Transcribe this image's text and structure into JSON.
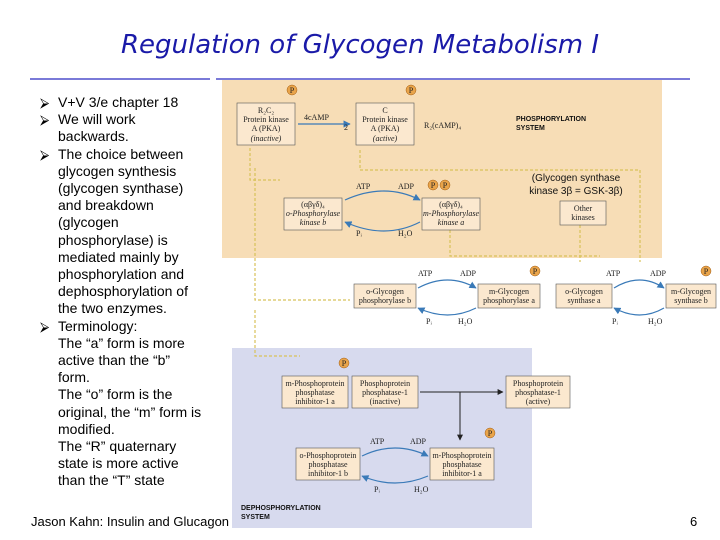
{
  "slide": {
    "title": "Regulation of Glycogen Metabolism I",
    "footer_left": "Jason Kahn: Insulin and Glucagon",
    "page_number": "6"
  },
  "bullets": [
    {
      "head": "V+V 3/e chapter 18",
      "cont": ""
    },
    {
      "head": "We will work",
      "cont": "backwards."
    },
    {
      "head": "The choice between",
      "cont": "glycogen synthesis\n(glycogen synthase)\nand breakdown\n(glycogen\nphosphorylase) is\nmediated mainly by\nphosphorylation and\ndephosphorylation of\nthe two enzymes."
    },
    {
      "head": "Terminology:",
      "cont": "The “a” form is more\nactive than the “b”\nform.\nThe “o” form is the\noriginal, the “m” form is\nmodified.\nThe “R” quaternary\nstate is more active\nthan the “T” state"
    }
  ],
  "diagram": {
    "colors": {
      "phos_bg": "#f7ddb6",
      "dephos_bg": "#d7daee",
      "box_fill": "#fbe8cf",
      "arrow": "#3a7ab8",
      "dash": "#d8c25a",
      "p_fill": "#e9a44a"
    },
    "phosphorylation_system": "PHOSPHORYLATION\nSYSTEM",
    "dephosphorylation_system": "DEPHOSPHORYLATION\nSYSTEM",
    "pka_inactive": {
      "l1": "R₂C₂",
      "l2": "Protein kinase",
      "l3": "A (PKA)",
      "l4": "(inactive)"
    },
    "pka_active": {
      "l1": "C",
      "l2": "Protein kinase",
      "l3": "A (PKA)",
      "l4": "(active)"
    },
    "camp_in": "4cAMP",
    "camp_out": "R₂(cAMP)₄",
    "pka_count": "2",
    "p_label": "P",
    "atp": "ATP",
    "adp": "ADP",
    "pi": "Pᵢ",
    "h2o": "H₂O",
    "phos_kinase_b": {
      "l1": "(αβγδ)₄",
      "l2": "o-Phosphorylase",
      "l3": "kinase b"
    },
    "phos_kinase_a": {
      "l1": "(αβγδ)₄",
      "l2": "m-Phosphorylase",
      "l3": "kinase a"
    },
    "gsk_note": "(Glycogen synthase\nkinase 3β = GSK-3β)",
    "other_kinases": "Other\nkinases",
    "glyc_phos_b": "o-Glycogen\nphosphorylase b",
    "glyc_phos_a": "m-Glycogen\nphosphorylase a",
    "glyc_syn_a": "o-Glycogen\nsynthase a",
    "glyc_syn_b": "m-Glycogen\nsynthase b",
    "pp_inhibitor_m": "m-Phosphoprotein\nphosphatase\ninhibitor-1 a",
    "pp1_inactive": "Phosphoprotein\nphosphatase-1\n(inactive)",
    "pp1_active": "Phosphoprotein\nphosphatase-1\n(active)",
    "pp_inhibitor_o": "o-Phosphoprotein\nphosphatase\ninhibitor-1 b",
    "pp_inhibitor_m2": "m-Phosphoprotein\nphosphatase\ninhibitor-1 a"
  }
}
